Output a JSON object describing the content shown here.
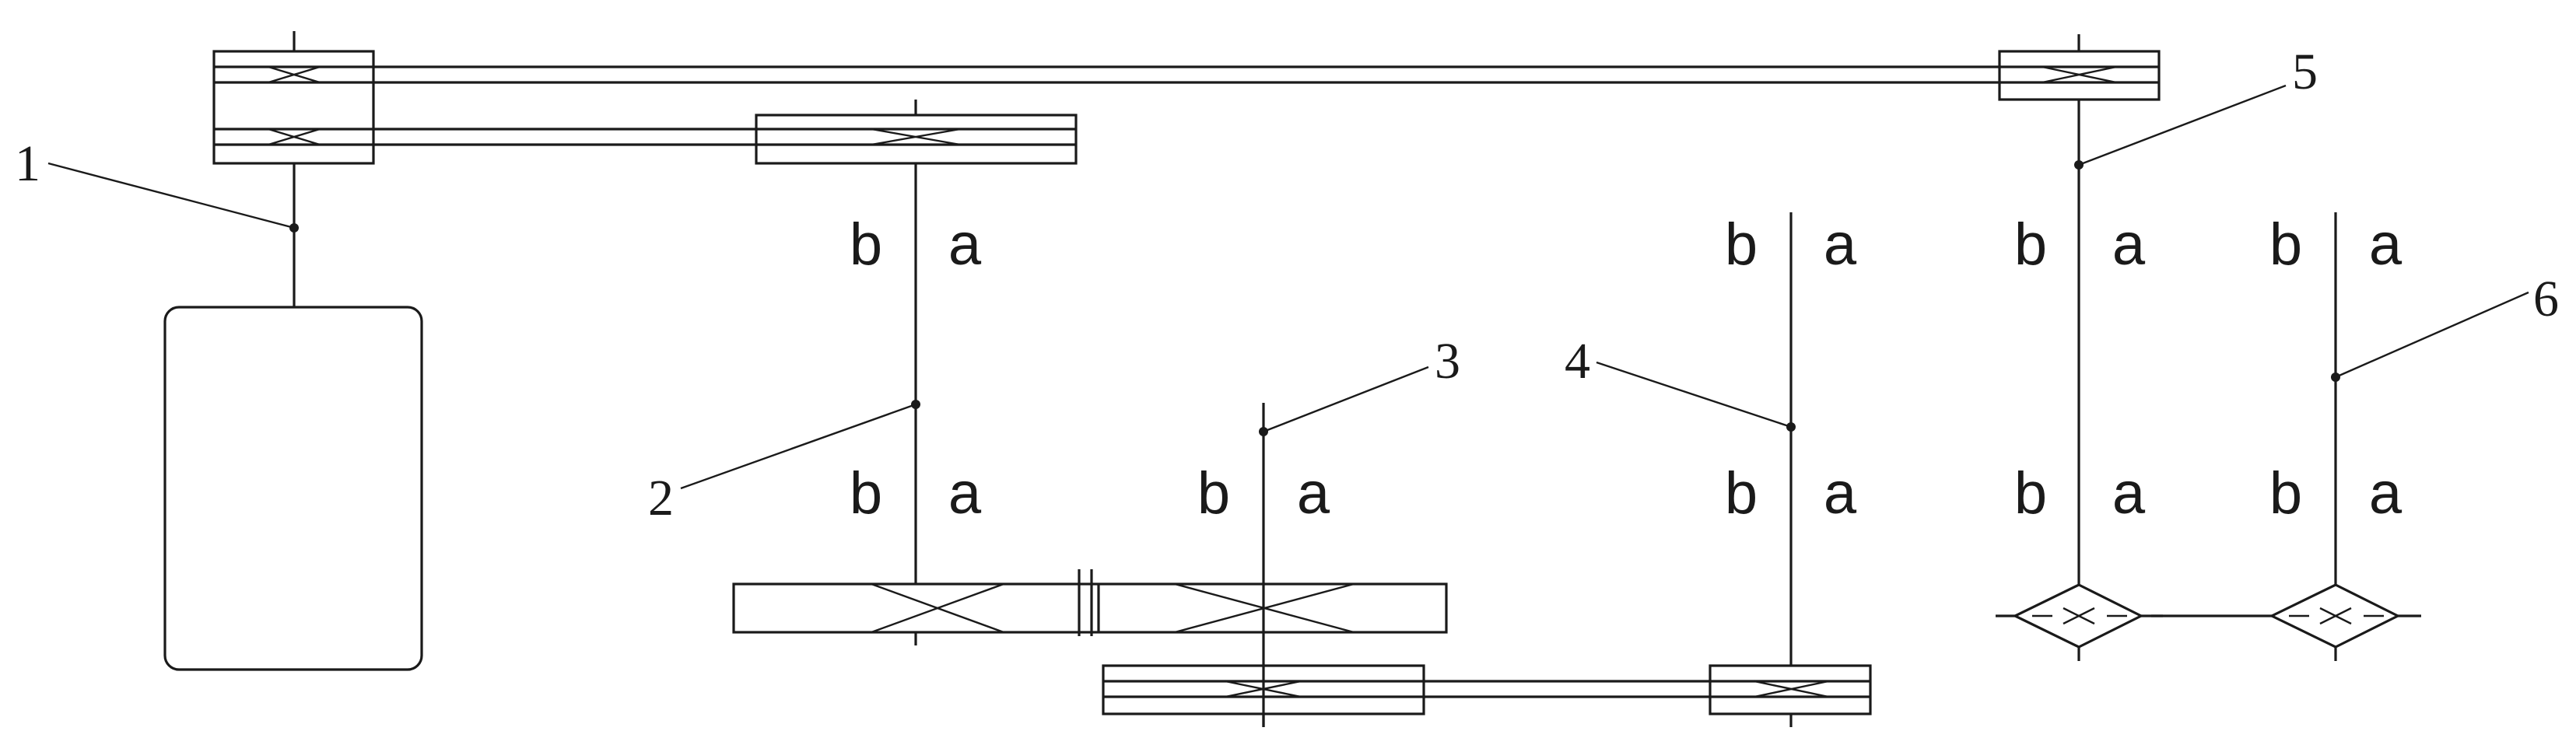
{
  "diagram": {
    "callouts": [
      {
        "id": "1",
        "label": "1"
      },
      {
        "id": "2",
        "label": "2"
      },
      {
        "id": "3",
        "label": "3"
      },
      {
        "id": "4",
        "label": "4"
      },
      {
        "id": "5",
        "label": "5"
      },
      {
        "id": "6",
        "label": "6"
      }
    ],
    "bearing_glyphs": {
      "left": "b",
      "right": "a"
    }
  },
  "colors": {
    "line": "#1a1a1a",
    "background": "#ffffff"
  }
}
